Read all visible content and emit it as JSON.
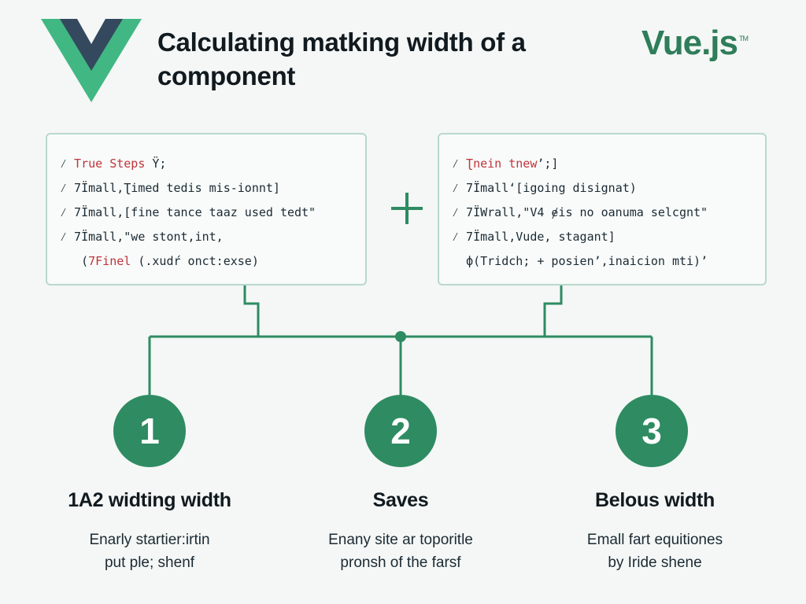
{
  "header": {
    "title_line1": "Calculating matking width of a",
    "title_line2": "component",
    "brand": "Vue.js",
    "trademark": "TM"
  },
  "colors": {
    "accent": "#2e8b62",
    "brand_green": "#41b883",
    "brand_dark": "#34495e",
    "code_red": "#c0343a"
  },
  "code_left": [
    {
      "prefix": "⁄ ",
      "text": "True Steps ",
      "suffix": "Ÿ;",
      "red": true
    },
    {
      "prefix": "⁄ ",
      "text": "7Ïmall,Ʈimed tedis mis-ionnt]",
      "red": false
    },
    {
      "prefix": "⁄ ",
      "text": "7Ïmall,[fine tance taaz used tedt\"",
      "red": false
    },
    {
      "prefix": "⁄ ",
      "text": "7Ïmall,\"we stont,int,",
      "red": false
    },
    {
      "prefix": "   (",
      "text": "7Finel",
      "suffix": " (.xudŕ onct:exse)",
      "red": true
    }
  ],
  "code_right": [
    {
      "prefix": "⁄ ",
      "text": "Ʈnein tnew",
      "suffix": "ʼ;]",
      "red": true
    },
    {
      "prefix": "⁄ ",
      "text": "7Ïmallʻ[igoing disignat)",
      "red": false
    },
    {
      "prefix": "⁄ ",
      "text": "7ÏWrall,\"V4 ɇis no oanuma selcgnt\"",
      "red": false
    },
    {
      "prefix": "⁄ ",
      "text": "7Ïmall,Vude, stagant]",
      "red": false
    },
    {
      "prefix": "  ",
      "text": "ф(Tridch",
      "suffix": "; + posienʼ,inaicion mti)ʼ",
      "red": false
    }
  ],
  "plus_icon": "plus-icon",
  "steps": [
    {
      "number": "1",
      "title": "1A2 widting width",
      "desc_line1": "Enarly startier:irtin",
      "desc_line2": "put ple; shenf"
    },
    {
      "number": "2",
      "title": "Saves",
      "desc_line1": "Enany site ar toporitle",
      "desc_line2": "pronsh of the farsf"
    },
    {
      "number": "3",
      "title": "Belous width",
      "desc_line1": "Emall fart equitiones",
      "desc_line2": "by Iride shene"
    }
  ]
}
